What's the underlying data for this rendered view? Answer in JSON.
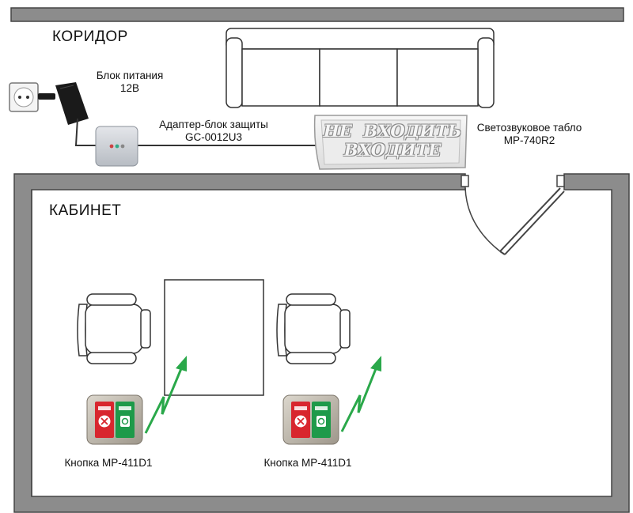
{
  "rooms": {
    "corridor": "КОРИДОР",
    "cabinet": "КАБИНЕТ"
  },
  "devices": {
    "power_supply": {
      "line1": "Блок питания",
      "line2": "12В"
    },
    "adapter": {
      "line1": "Адаптер-блок защиты",
      "line2": "GC-0012U3"
    },
    "display_board": {
      "line1": "Светозвуковое табло",
      "line2": "МР-740R2"
    },
    "board_text": {
      "line1": "НЕ  ВХОДИТЬ",
      "line2": "ВХОДИТЕ"
    },
    "button_left": {
      "label": "Кнопка МР-411D1"
    },
    "button_right": {
      "label": "Кнопка МР-411D1"
    }
  },
  "colors": {
    "wall": "#8c8c8c",
    "signal_arrow": "#2aa84a",
    "button_red": "#d8262e",
    "button_green": "#1e9a4a"
  }
}
